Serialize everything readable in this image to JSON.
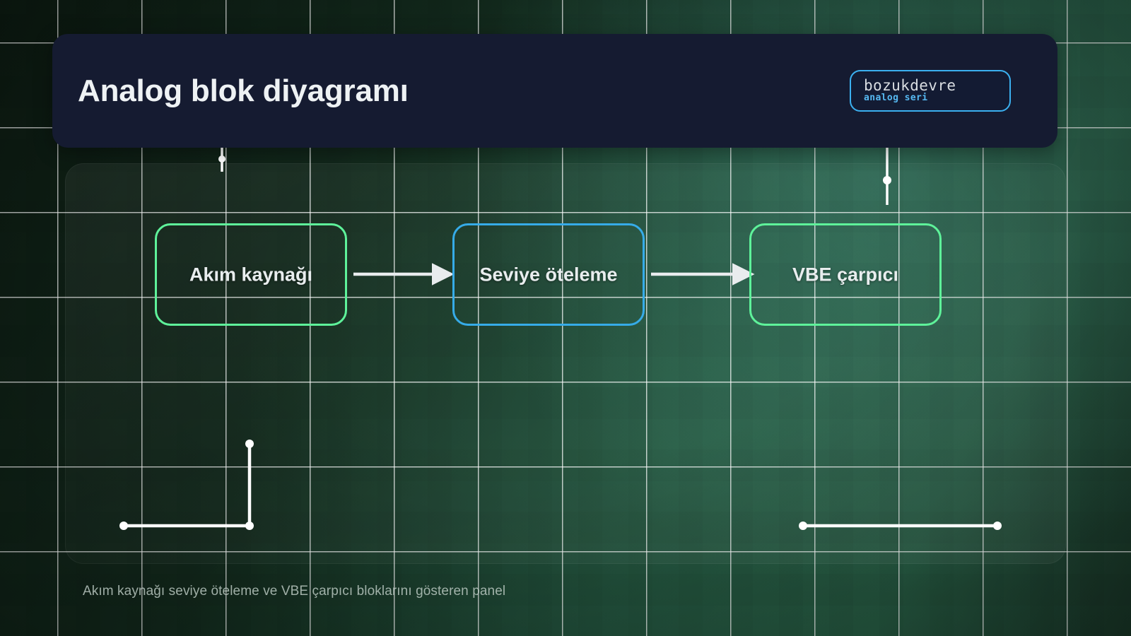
{
  "header": {
    "title": "Analog blok diyagramı",
    "badge": {
      "name": "bozukdevre",
      "subtitle": "analog seri",
      "border_color": "#3bb0f0"
    },
    "background_color": "#151b31"
  },
  "diagram": {
    "blocks": [
      {
        "label": "Akım kaynağı",
        "accent": "#5ef29a"
      },
      {
        "label": "Seviye öteleme",
        "accent": "#36abe8"
      },
      {
        "label": "VBE çarpıcı",
        "accent": "#5ef29a"
      }
    ],
    "connectors": [
      {
        "name": "arrow-block-0-to-block-1"
      },
      {
        "name": "arrow-block-1-to-block-2"
      }
    ],
    "wires": [
      {
        "name": "wire-top-left"
      },
      {
        "name": "wire-top-right"
      },
      {
        "name": "wire-bottom-left-elbow"
      },
      {
        "name": "wire-bottom-right"
      }
    ],
    "wire_color": "#ffffff"
  },
  "caption": "Akım kaynağı seviye öteleme ve VBE çarpıcı bloklarını gösteren panel",
  "theme": {
    "background_green": "#1d4533",
    "grid_line": "#ffffff",
    "block_text": "#e8edee"
  }
}
